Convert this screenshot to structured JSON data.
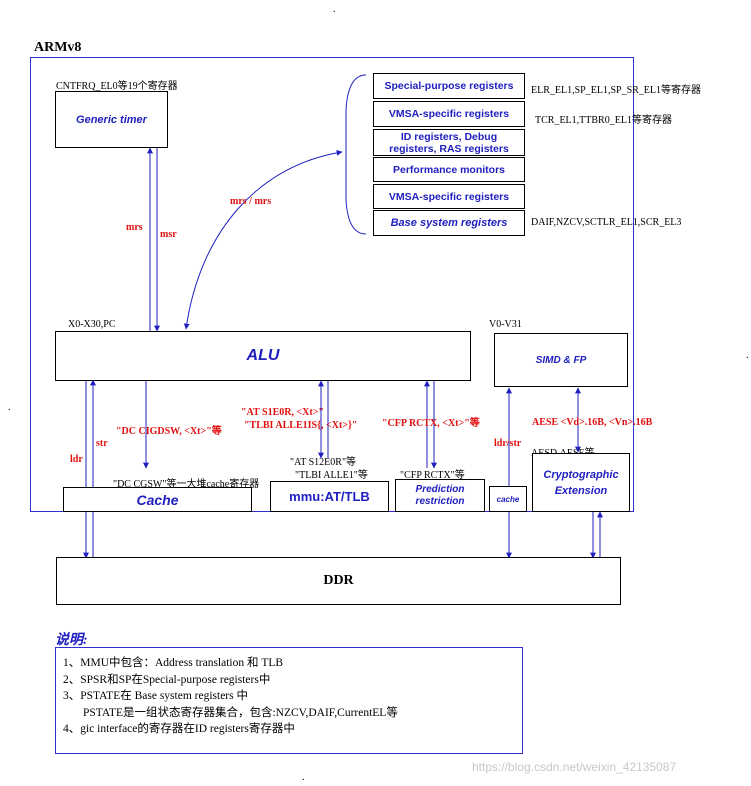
{
  "dots": [
    ".",
    ".",
    ".",
    "."
  ],
  "armv8_title": "ARMv8",
  "cntfrq_label": "CNTFRQ_EL0等19个寄存器",
  "generic_timer": "Generic timer",
  "registers": [
    {
      "label": "Special-purpose registers",
      "note": "ELR_EL1,SP_EL1,SP_SR_EL1等寄存器",
      "italic": false
    },
    {
      "label": "VMSA-specific registers",
      "note": "TCR_EL1,TTBR0_EL1等寄存器",
      "italic": false
    },
    {
      "label": "ID registers,  Debug registers,  RAS registers",
      "note": "",
      "italic": false
    },
    {
      "label": "Performance monitors",
      "note": "",
      "italic": false
    },
    {
      "label": "VMSA-specific registers",
      "note": "",
      "italic": false
    },
    {
      "label": "Base system registers",
      "note": "DAIF,NZCV,SCTLR_EL1,SCR_EL3",
      "italic": true
    }
  ],
  "arrows": {
    "mrs": "mrs",
    "msr": "msr",
    "mrs_mrs": "mrs / mrs",
    "ldr": "ldr",
    "str": "str",
    "ldr_str": "ldr/str"
  },
  "x_regs": "X0-X30,PC",
  "v_regs": "V0-V31",
  "alu": "ALU",
  "simd": "SIMD & FP",
  "dc_cigdsw": "\"DC CIGDSW, <Xt>\"等",
  "at_s1e0r": "\"AT S1E0R, <Xt>\"",
  "tlbi_alle1is": "\"TLBI ALLE1IS{, <Xt>}\"",
  "cfp_rctx_xt": "\"CFP RCTX, <Xt>\"等",
  "aese": "AESE <Vd>.16B, <Vn>.16B",
  "dc_cgsw": "\"DC CGSW\"等一大堆cache寄存器",
  "at_s12e0r": "\"AT S12E0R\"等",
  "tlbi_alle1": "\"TLBI ALLE1\"等",
  "cfp_rctx": "\"CFP RCTX\"等",
  "aesd_aese": "AESD,AESE等",
  "cache": "Cache",
  "mmu": "mmu:AT/TLB",
  "prediction": "Prediction restriction",
  "cache_small": "cache",
  "crypto": "Cryptographic Extension",
  "ddr": "DDR",
  "notes_title": "说明:",
  "notes": [
    "1、MMU中包含：Address translation 和 TLB",
    "2、SPSR和SP在Special-purpose registers中",
    "3、PSTATE在 Base system registers 中",
    "PSTATE是一组状态寄存器集合，包含:NZCV,DAIF,CurrentEL等",
    "4、gic interface的寄存器在ID registers寄存器中"
  ],
  "watermark": "https://blog.csdn.net/weixin_42135087",
  "colors": {
    "blue": "#2020c0",
    "red": "#e01010",
    "frame": "#3030d0"
  }
}
